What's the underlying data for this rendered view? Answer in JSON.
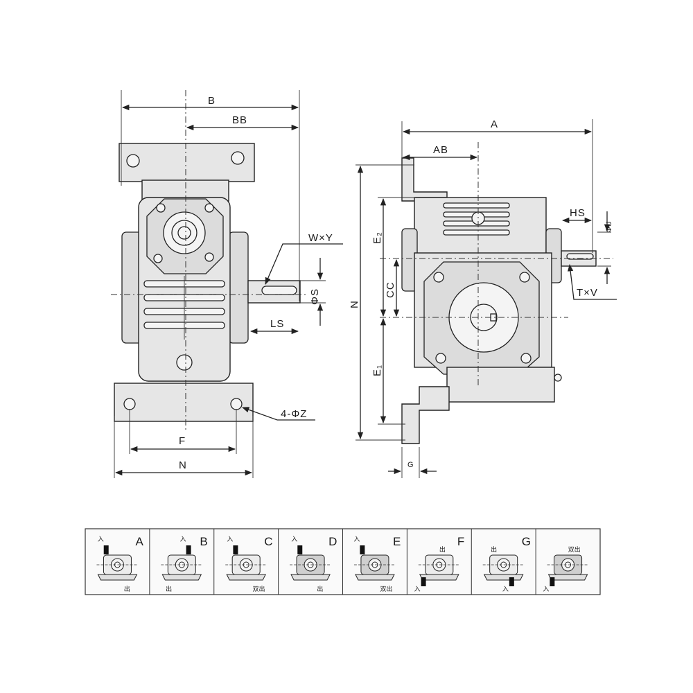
{
  "left_view": {
    "dim_B": "B",
    "dim_BB": "BB",
    "dim_WxY": "W×Y",
    "dim_phiS": "ΦS",
    "dim_LS": "LS",
    "dim_4phiZ": "4-ΦZ",
    "dim_F": "F",
    "dim_N": "N"
  },
  "right_view": {
    "dim_A": "A",
    "dim_AB": "AB",
    "dim_HS": "HS",
    "dim_phiU": "ΦU",
    "dim_E2": "E₂",
    "dim_CC": "CC",
    "dim_N": "N",
    "dim_TxV": "T×V",
    "dim_E1": "E₁",
    "dim_G": "G"
  },
  "mounting_table": {
    "cells": [
      {
        "letter": "A",
        "in": "入",
        "out": "出"
      },
      {
        "letter": "B",
        "in": "入",
        "out": "出"
      },
      {
        "letter": "C",
        "in": "入",
        "out": "双出"
      },
      {
        "letter": "D",
        "in": "入",
        "out": "出"
      },
      {
        "letter": "E",
        "in": "入",
        "out": "双出"
      },
      {
        "letter": "F",
        "in": "入",
        "out": "出"
      },
      {
        "letter": "G",
        "in": "入",
        "out": "出"
      },
      {
        "letter": "",
        "in": "入",
        "out": "双出"
      }
    ]
  }
}
